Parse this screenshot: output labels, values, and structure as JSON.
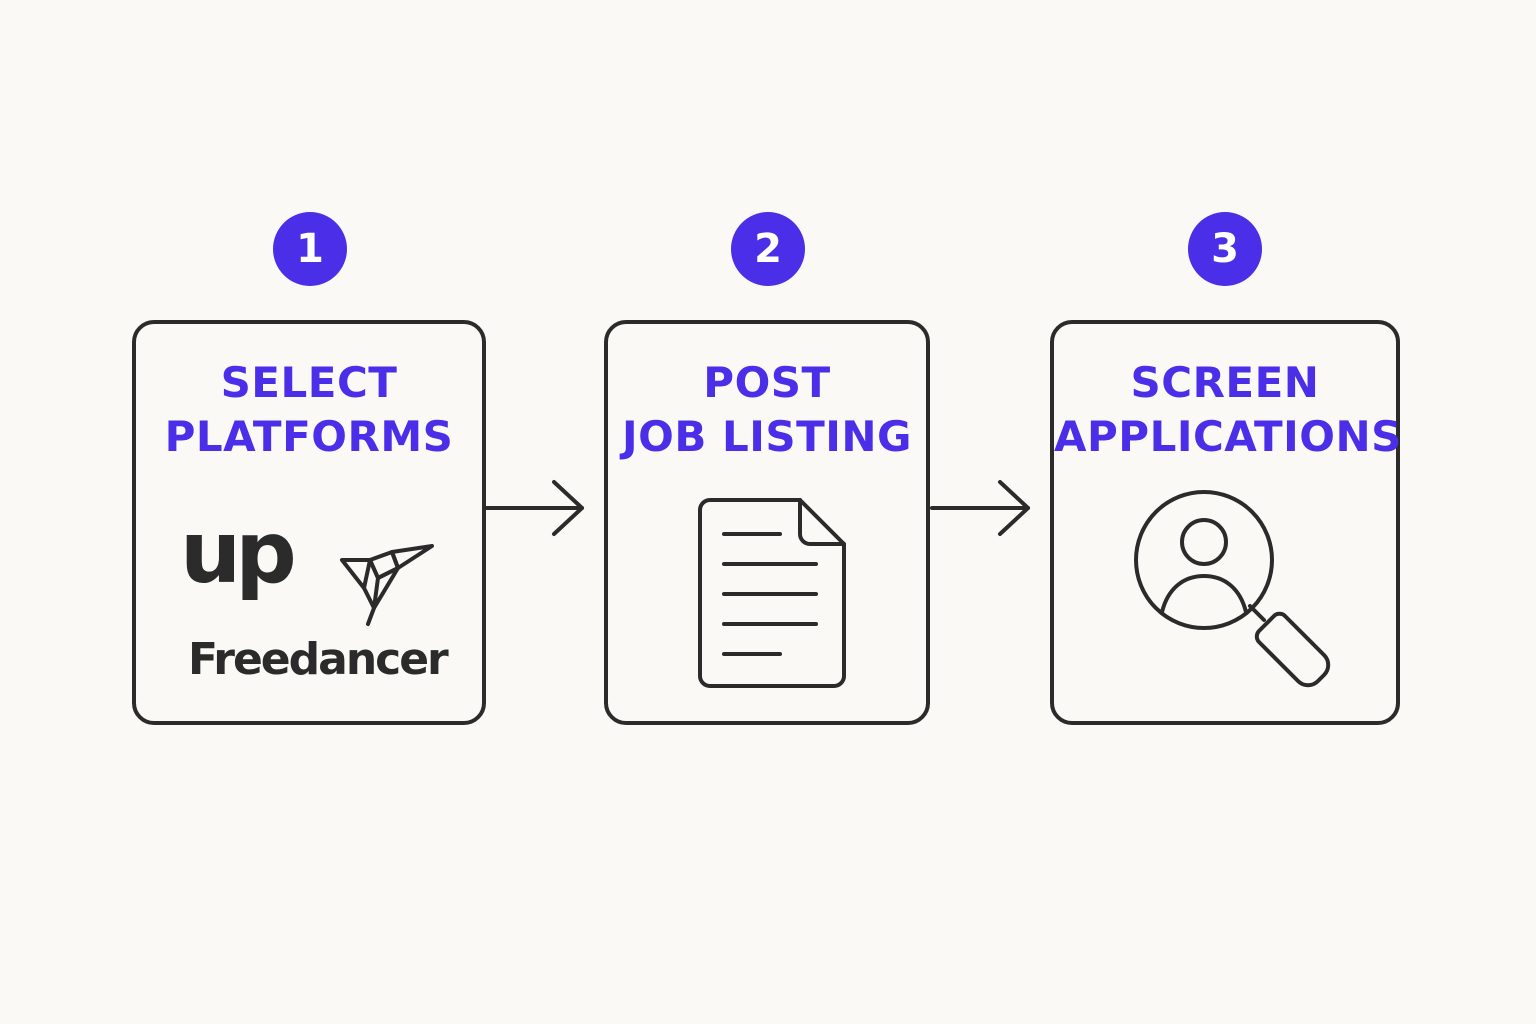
{
  "steps": [
    {
      "number": "1",
      "title_line1": "SELECT",
      "title_line2": "PLATFORMS",
      "logos": {
        "upwork_text": "up",
        "freelancer_text": "Freedancer"
      },
      "icons": [
        "upwork-logo-icon",
        "freelancer-bird-icon"
      ]
    },
    {
      "number": "2",
      "title_line1": "POST",
      "title_line2": "JOB LISTING",
      "icons": [
        "document-icon"
      ]
    },
    {
      "number": "3",
      "title_line1": "SCREEN",
      "title_line2": "APPLICATIONS",
      "icons": [
        "magnifier-user-icon"
      ]
    }
  ],
  "colors": {
    "accent": "#4b2ee8",
    "stroke": "#2b2b2b",
    "background": "#faf9f6"
  }
}
